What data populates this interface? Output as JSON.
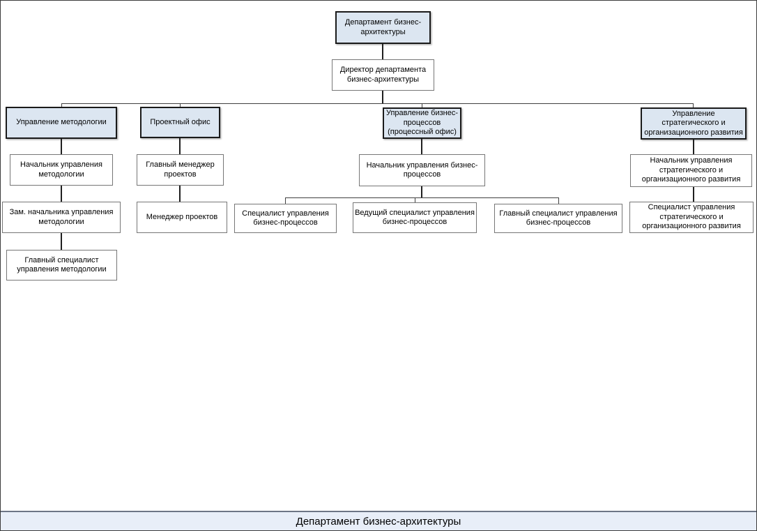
{
  "org": {
    "root_label": "Департамент бизнес-\nархитектуры",
    "director_label": "Директор департамента\nбизнес-архитектуры",
    "units": [
      {
        "name": "Управление методологии",
        "staff": [
          "Начальник управления\nметодологии",
          "Зам. начальника управления\nметодологии",
          "Главный специалист\nуправления методологии"
        ]
      },
      {
        "name": "Проектный офис",
        "staff": [
          "Главный менеджер\nпроектов",
          "Менеджер проектов"
        ]
      },
      {
        "name": "Управление бизнес-\nпроцессов\n(процессный офис)",
        "staff": [
          "Начальник управления бизнес-\nпроцессов"
        ],
        "substaff": [
          "Специалист управления\nбизнес-процессов",
          "Ведущий специалист управления\nбизнес-процессов",
          "Главный специалист управления\nбизнес-процессов"
        ]
      },
      {
        "name": "Управление\nстратегического и\nорганизационного развития",
        "staff": [
          "Начальник управления\nстратегического и\nорганизационного развития",
          "Специалист управления\nстратегического и\nорганизационного развития"
        ]
      }
    ],
    "footer_title": "Департамент бизнес-архитектуры",
    "colors": {
      "highlight_fill": "#dce6f1",
      "footer_fill": "#e8eef8",
      "footer_border": "#6d7585",
      "plain_border": "#767676",
      "highlight_border": "#1a1a1a",
      "connector": "#404040",
      "text": "#000000"
    }
  }
}
